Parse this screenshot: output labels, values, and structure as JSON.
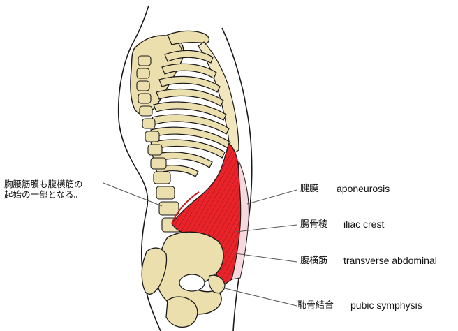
{
  "note": {
    "line1": "胸腰筋膜も腹横筋の",
    "line2": "起始の一部となる。"
  },
  "labels": [
    {
      "id": "aponeurosis",
      "ja": "腱膜",
      "en": "aponeurosis"
    },
    {
      "id": "iliac-crest",
      "ja": "腸骨稜",
      "en": "iliac crest"
    },
    {
      "id": "transverse-abdominal",
      "ja": "腹横筋",
      "en": "transverse abdominal"
    },
    {
      "id": "pubic-symphysis",
      "ja": "恥骨結合",
      "en": "pubic symphysis"
    }
  ],
  "colors": {
    "bone": "#ecdfae",
    "bone_shadow": "#d9c98f",
    "muscle": "#e8242a",
    "muscle_light": "#f4898c",
    "aponeurosis": "#f7d9dd",
    "outline": "#1a1a1a",
    "leader_line": "#555555"
  }
}
